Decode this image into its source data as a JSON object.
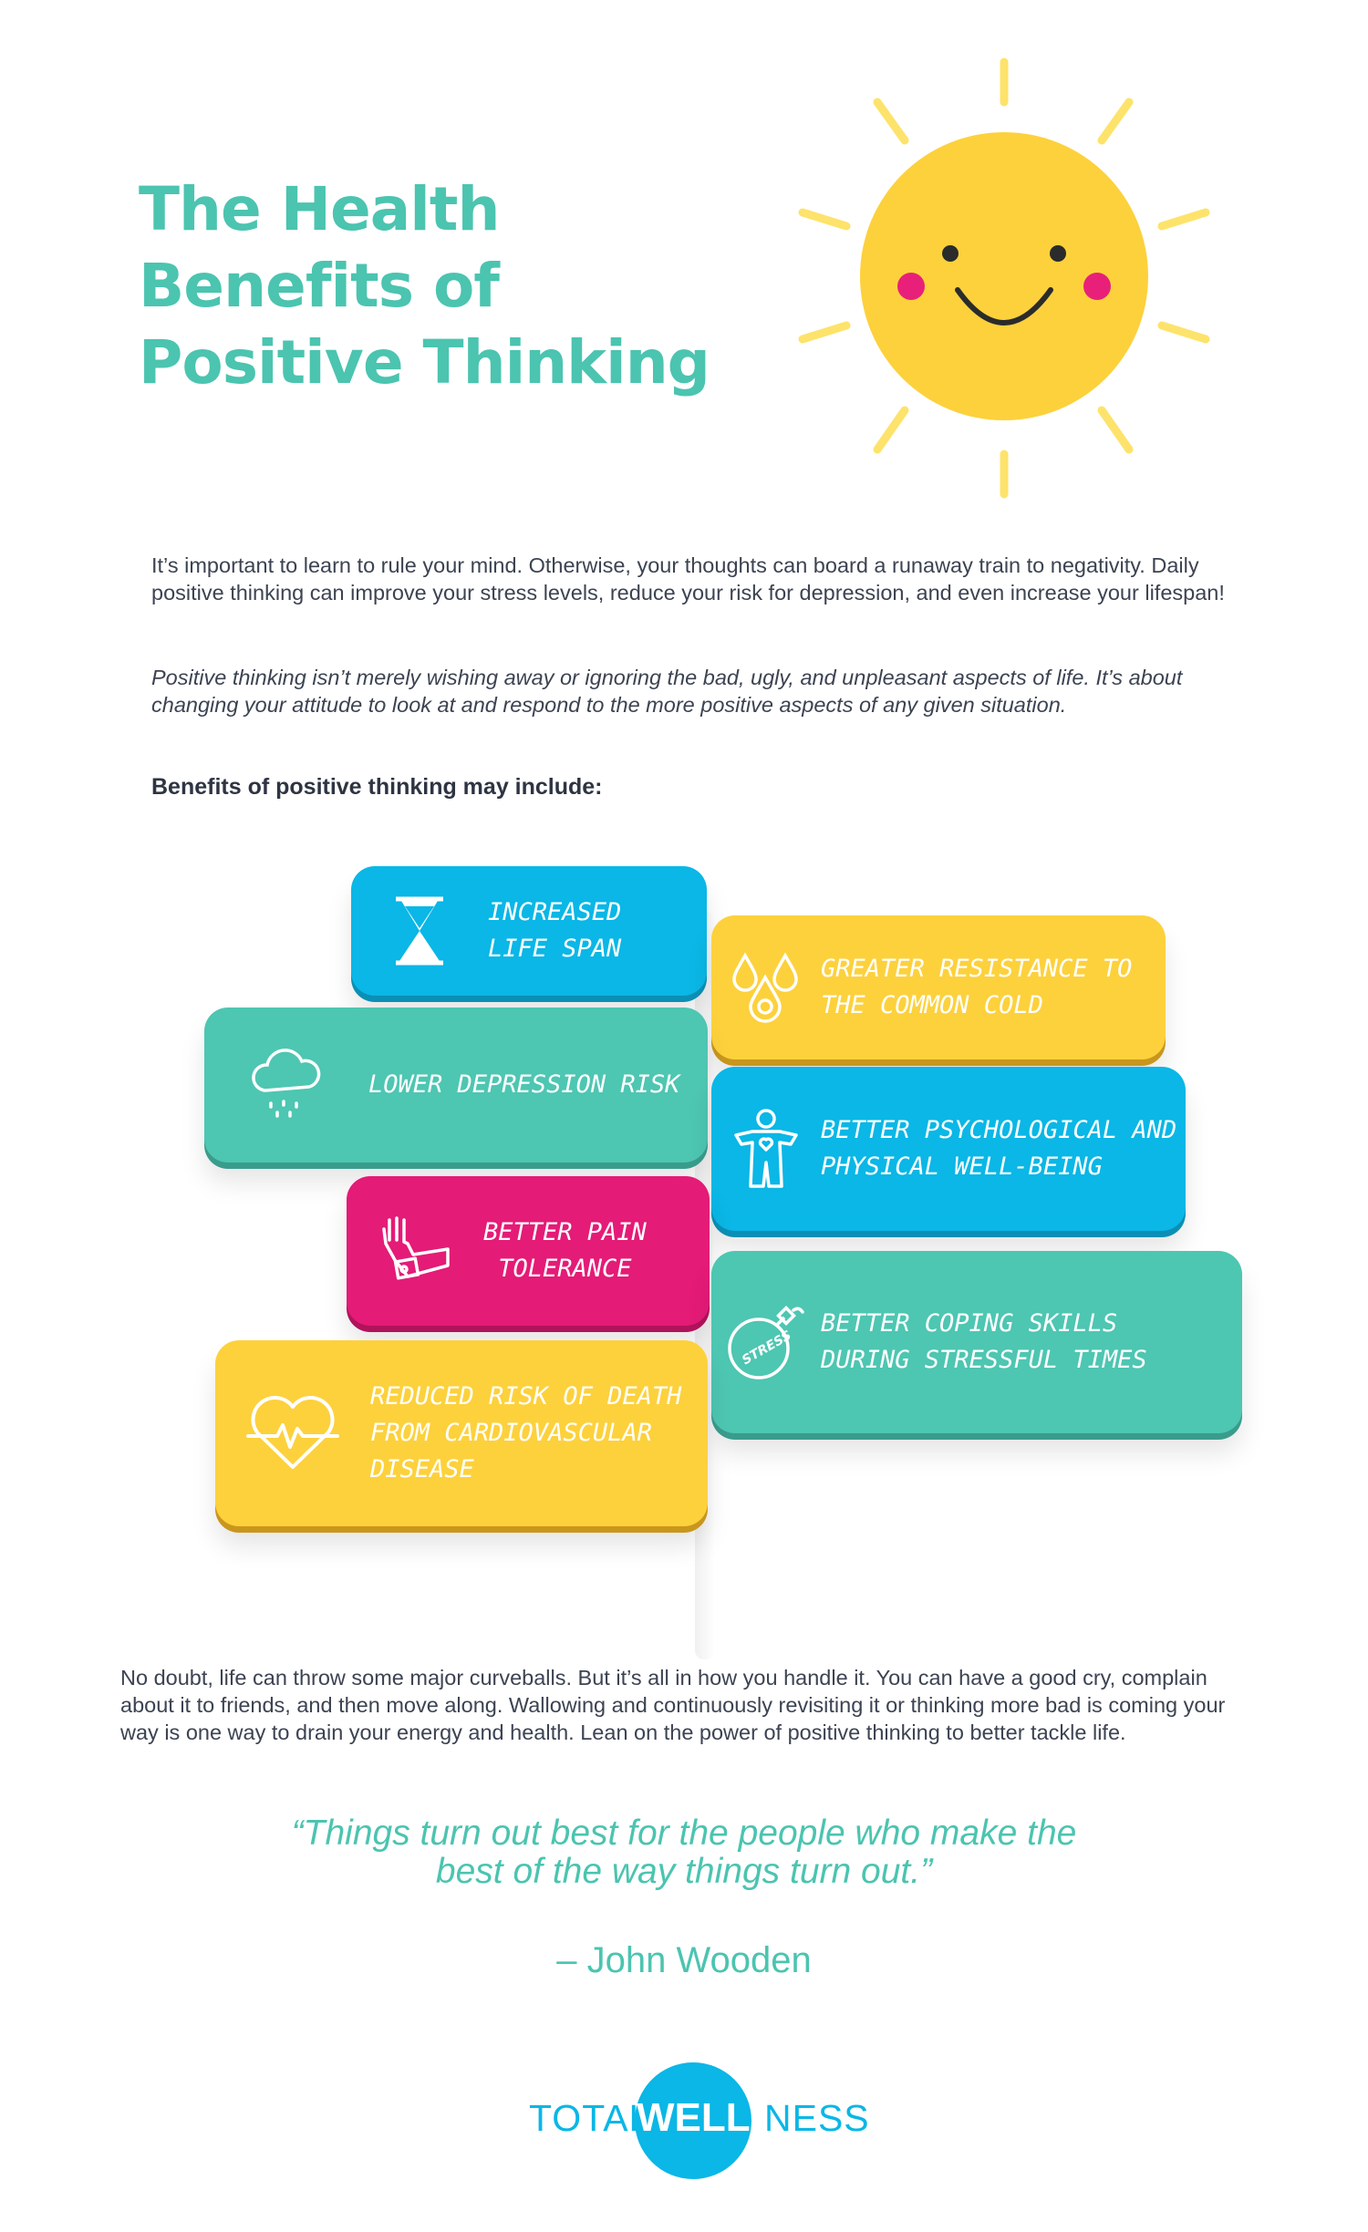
{
  "title": {
    "line1": "The Health",
    "line2": "Benefits of",
    "line3": "Positive Thinking"
  },
  "intro": {
    "paragraph1": "It’s important to learn to rule your mind. Otherwise, your thoughts can board a runaway train to negativity. Daily positive thinking can improve your stress levels, reduce your risk for depression, and even increase your lifespan!",
    "paragraph2": "Positive thinking isn’t merely wishing away or ignoring the bad, ugly, and unpleasant aspects of life. It’s about changing your attitude to look at and respond to the more positive aspects of any given situation.",
    "benefits_heading": "Benefits of positive thinking may include:"
  },
  "benefits": [
    {
      "label": "Increased\nLife Span",
      "icon": "hourglass-icon",
      "color": "#0ab7e6"
    },
    {
      "label": "Greater Resistance to\nthe Common Cold",
      "icon": "droplets-virus-icon",
      "color": "#fdd13c"
    },
    {
      "label": "Lower Depression Risk",
      "icon": "rain-cloud-icon",
      "color": "#4dc6b2"
    },
    {
      "label": "Better Psychological and\nPhysical Well-Being",
      "icon": "person-heart-icon",
      "color": "#0ab7e6"
    },
    {
      "label": "Better Pain\nTolerance",
      "icon": "bandaged-arm-icon",
      "color": "#e41b77"
    },
    {
      "label": "Better Coping Skills\nDuring Stressful Times",
      "icon": "stress-bomb-icon",
      "color": "#4dc6b2"
    },
    {
      "label": "Reduced Risk of Death\nfrom Cardiovascular\nDisease",
      "icon": "heartbeat-icon",
      "color": "#fdd13c"
    }
  ],
  "closing": {
    "paragraph": "No doubt, life can throw some major curveballs. But it’s all in how you handle it. You can have a good cry, complain about it to friends, and then move along. Wallowing and continuously revisiting it or thinking more bad is coming your way is one way to drain your energy and health. Lean on the power of positive thinking to better tackle life."
  },
  "quote": {
    "line1": "“Things turn out best for the people who make the",
    "line2": "best of the way things turn out.”",
    "author": "– John Wooden"
  },
  "logo": {
    "part1": "TOTAL",
    "part2": "WELL",
    "part3": "NESS"
  },
  "colors": {
    "teal": "#4bc4b0",
    "blue": "#0ab7e6",
    "yellow": "#fdd13c",
    "pink": "#e41b77",
    "sun": "#fdd13c",
    "sun_cheeks": "#e8207a"
  }
}
